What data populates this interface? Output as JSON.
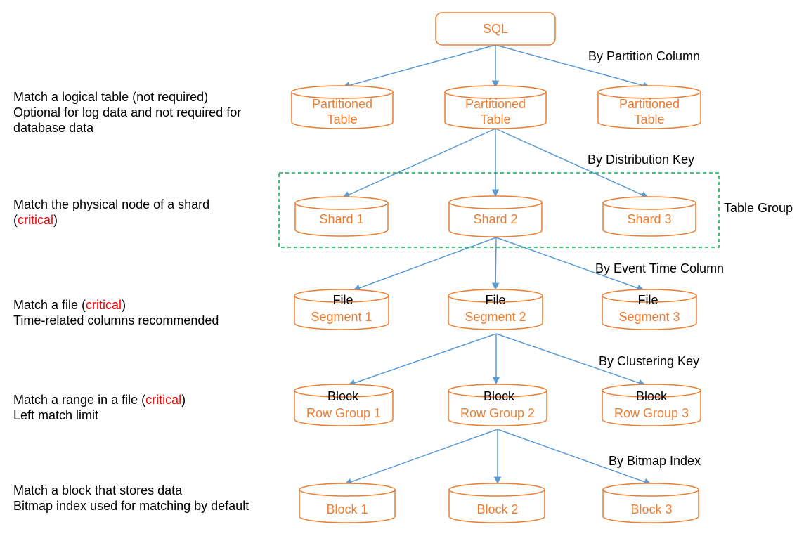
{
  "colors": {
    "node": "#ED7D31",
    "edge": "#5B9BD5",
    "group": "#00B050",
    "critical": "#FF0000"
  },
  "root": {
    "label": "SQL"
  },
  "edge_labels": {
    "partition": "By Partition Column",
    "distribution": "By Distribution Key",
    "event_time": "By Event Time Column",
    "clustering": "By Clustering Key",
    "bitmap": "By Bitmap Index"
  },
  "group": {
    "label": "Table Group"
  },
  "levels": {
    "tables": [
      {
        "line1": "Partitioned",
        "line2": "Table"
      },
      {
        "line1": "Partitioned",
        "line2": "Table"
      },
      {
        "line1": "Partitioned",
        "line2": "Table"
      }
    ],
    "shards": [
      {
        "label": "Shard 1"
      },
      {
        "label": "Shard 2"
      },
      {
        "label": "Shard 3"
      }
    ],
    "segments": [
      {
        "top": "File",
        "label": "Segment 1"
      },
      {
        "top": "File",
        "label": "Segment 2"
      },
      {
        "top": "File",
        "label": "Segment 3"
      }
    ],
    "rowgroups": [
      {
        "top": "Block",
        "label": "Row Group 1"
      },
      {
        "top": "Block",
        "label": "Row Group 2"
      },
      {
        "top": "Block",
        "label": "Row Group 3"
      }
    ],
    "blocks": [
      {
        "label": "Block 1"
      },
      {
        "label": "Block 2"
      },
      {
        "label": "Block 3"
      }
    ]
  },
  "descriptions": {
    "table": {
      "line1": "Match a logical table (not required)",
      "line2": "Optional for log data and not required for",
      "line3": "database data"
    },
    "shard": {
      "line1": "Match the physical node of a shard",
      "open": "(",
      "critical": "critical",
      "close": ")"
    },
    "file": {
      "prefix": "Match a file (",
      "critical": "critical",
      "suffix": ")",
      "line2": "Time-related columns recommended"
    },
    "range": {
      "prefix": "Match a range in a file (",
      "critical": "critical",
      "suffix": ")",
      "line2": "Left match limit"
    },
    "block": {
      "line1": "Match a block that stores data",
      "line2": "Bitmap index used for matching by default"
    }
  }
}
